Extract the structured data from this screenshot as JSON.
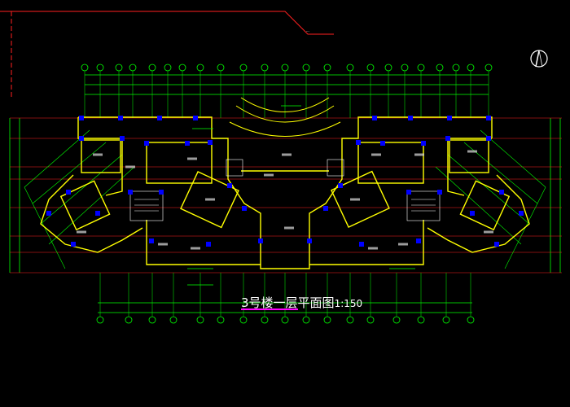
{
  "drawing": {
    "title_prefix": "3号楼",
    "title_main": "一层平面图",
    "title_scale": "1:150",
    "colors": {
      "background": "#000000",
      "dim_lines": "#00ff00",
      "walls": "#ffff00",
      "axis_lines": "#ff2020",
      "columns": "#0000ff",
      "text": "#ffffff",
      "title_underline": "#ff00ff"
    }
  },
  "icons": {
    "north_arrow": "north-arrow-icon"
  }
}
